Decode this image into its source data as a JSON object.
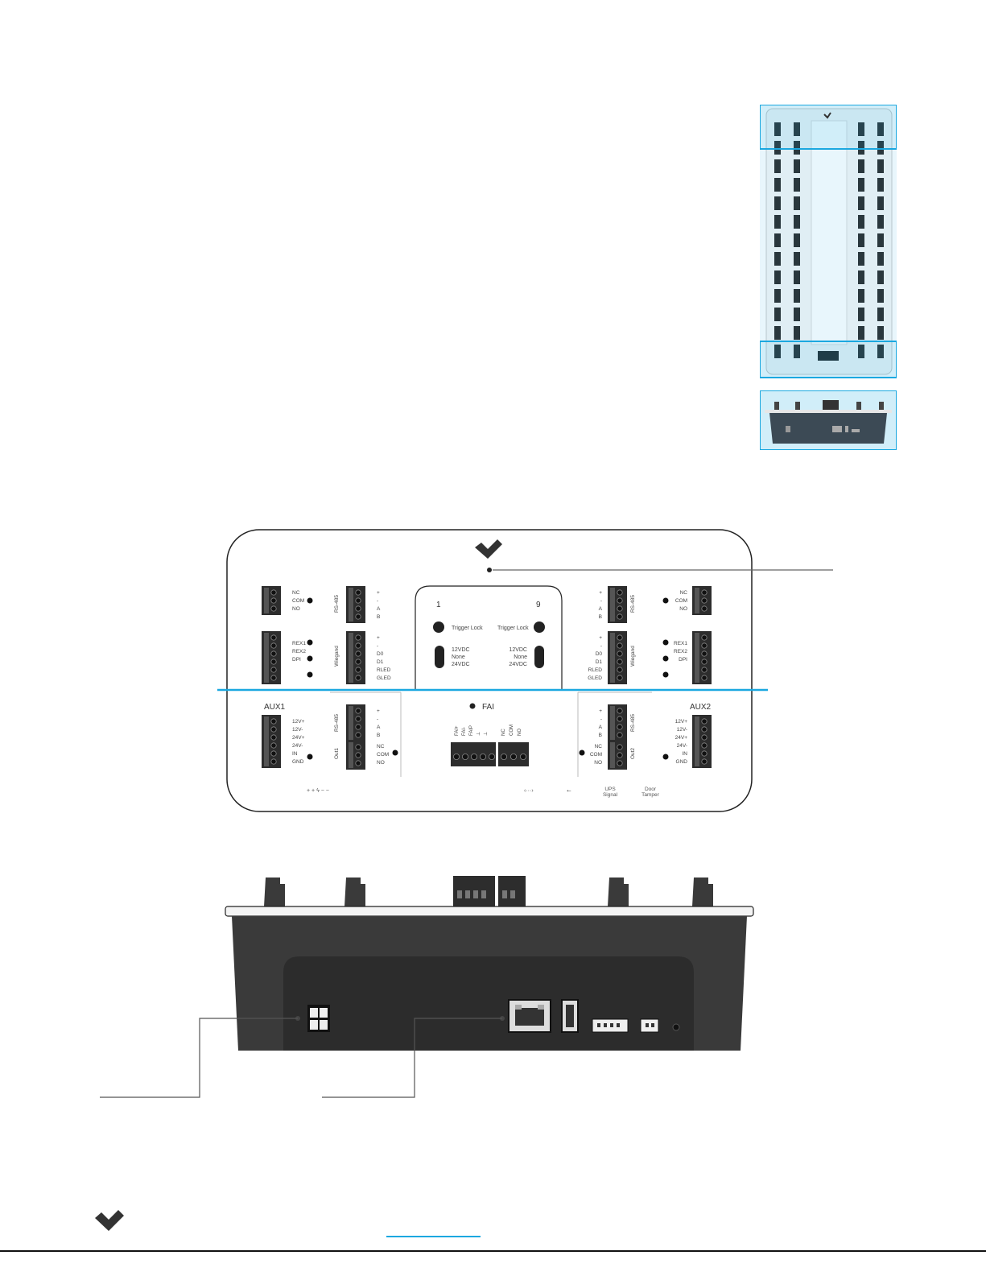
{
  "colors": {
    "accent": "#1ba8e0",
    "accent_fill": "#cfeaf7",
    "terminal": "#2d2d2d",
    "enclosure": "#3a3a3a",
    "panel_border": "#222222"
  },
  "board": {
    "door_left": "1",
    "door_right": "9",
    "trigger_lock_left": "Trigger Lock",
    "trigger_lock_right": "Trigger Lock",
    "voltage_left": [
      "12VDC",
      "None",
      "24VDC"
    ],
    "voltage_right": [
      "12VDC",
      "None",
      "24VDC"
    ],
    "top_left_relay": [
      "NC",
      "COM",
      "NO"
    ],
    "top_right_relay": [
      "NC",
      "COM",
      "NO"
    ],
    "rs485_pins_left": [
      "+",
      "-",
      "A",
      "B"
    ],
    "rs485_pins_right": [
      "+",
      "-",
      "A",
      "B"
    ],
    "rs485_label": "RS-485",
    "wiegand_label": "Wiegand",
    "wiegand_pins_left": [
      "+",
      "-",
      "D0",
      "D1",
      "RLED",
      "GLED"
    ],
    "wiegand_pins_right": [
      "+",
      "-",
      "D0",
      "D1",
      "RLED",
      "GLED"
    ],
    "rex_left": [
      "REX1",
      "REX2",
      "DPI"
    ],
    "rex_right": [
      "REX1",
      "REX2",
      "DPI"
    ],
    "aux1_title": "AUX1",
    "aux2_title": "AUX2",
    "aux_pins": [
      "12V+",
      "12V-",
      "24V+",
      "24V-",
      "IN",
      "GND"
    ],
    "fai_title": "FAI",
    "fai_pins": [
      "FAI+",
      "FAI-",
      "FAIP",
      "⊥",
      "⊥"
    ],
    "fai_relay": [
      "NC",
      "COM",
      "NO"
    ],
    "out1_label": "Out1",
    "out2_label": "Out2",
    "out_relay": [
      "NC",
      "COM",
      "NO"
    ],
    "power_symbols": "+ + ϟ − −",
    "ethernet_symbol": "‹···›",
    "usb_symbol": "⭠",
    "ups_signal": [
      "UPS",
      "Signal"
    ],
    "door_tamper": [
      "Door",
      "Tamper"
    ]
  },
  "footer": {
    "logo_icon": "verkada-logo"
  }
}
